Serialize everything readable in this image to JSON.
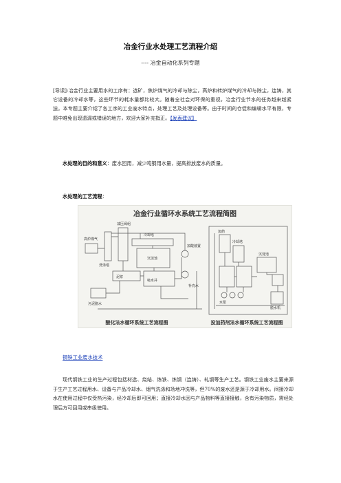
{
  "doc": {
    "title": "冶金行业水处理工艺流程介绍",
    "subtitle": "---- 冶金自动化系列专题",
    "intro_text": "[导读]:冶金行业主要用水的工序有：选矿，焦炉煤气的冷却与除尘，高炉和转炉煤气的冷却与除尘，连铸，其它设备的冷却水等，这些环节的耗水量都比较大。随着全社会对环保的重视，冶金行业节水的任务越来越紧迫。本专题主要介绍了各工序的工业废水特点，处理工艺及处理设备等。由于时间的仓促和编辑水平有限，专题中难免出现遗漏或错误的地方，欢迎大家补充指正。",
    "intro_link": "【发表建议】",
    "purpose_label": "水处理的目的和意义",
    "purpose_text": "：废水回用，减少吨钢用水量，提高排放废水的质量。",
    "process_label": "水处理的工艺流程",
    "process_colon": "："
  },
  "figure": {
    "title": "冶金行业循环水系统工艺流程简图",
    "left_caption": "酸化法水循环系统工艺流程图",
    "right_caption": "投加药剂法水循环系统工艺流程图",
    "labels": {
      "l1": "高炉煤气",
      "l2": "减压阀组",
      "l3": "洗涤塔",
      "l4": "冷却塔",
      "l5": "沉淀池",
      "l6": "加酸装置",
      "l7": "补充水",
      "l8": "泥浆",
      "l9": "污泥脱水",
      "l10": "吸水井",
      "r1": "加药",
      "r2": "冷却塔",
      "r3": "沉淀池",
      "r4": "水泵",
      "r5": "脱水机"
    }
  },
  "section": {
    "link": "钢铁工业废水技术",
    "text": "现代钢铁工业的生产过程包括材选、烧结、炼铁、炼钢（连铸）、轧钢等生产工艺。钢铁工业废水主要来源于生产工艺过程用水、设备与产品冷却水、烟气洗涤和场地冲洗等，但70%的废水还是源于冷却用水。间接冷却水在使用过程中仅受热污染，经冷却后即可回用；直接冷却水因与产品物料等直接接触，含有污染物质，需经处理后方可回用或串级使用。"
  },
  "colors": {
    "link": "#1a3fb8",
    "diagram_line": "#555555",
    "figure_bg": "#f4f4f0"
  }
}
